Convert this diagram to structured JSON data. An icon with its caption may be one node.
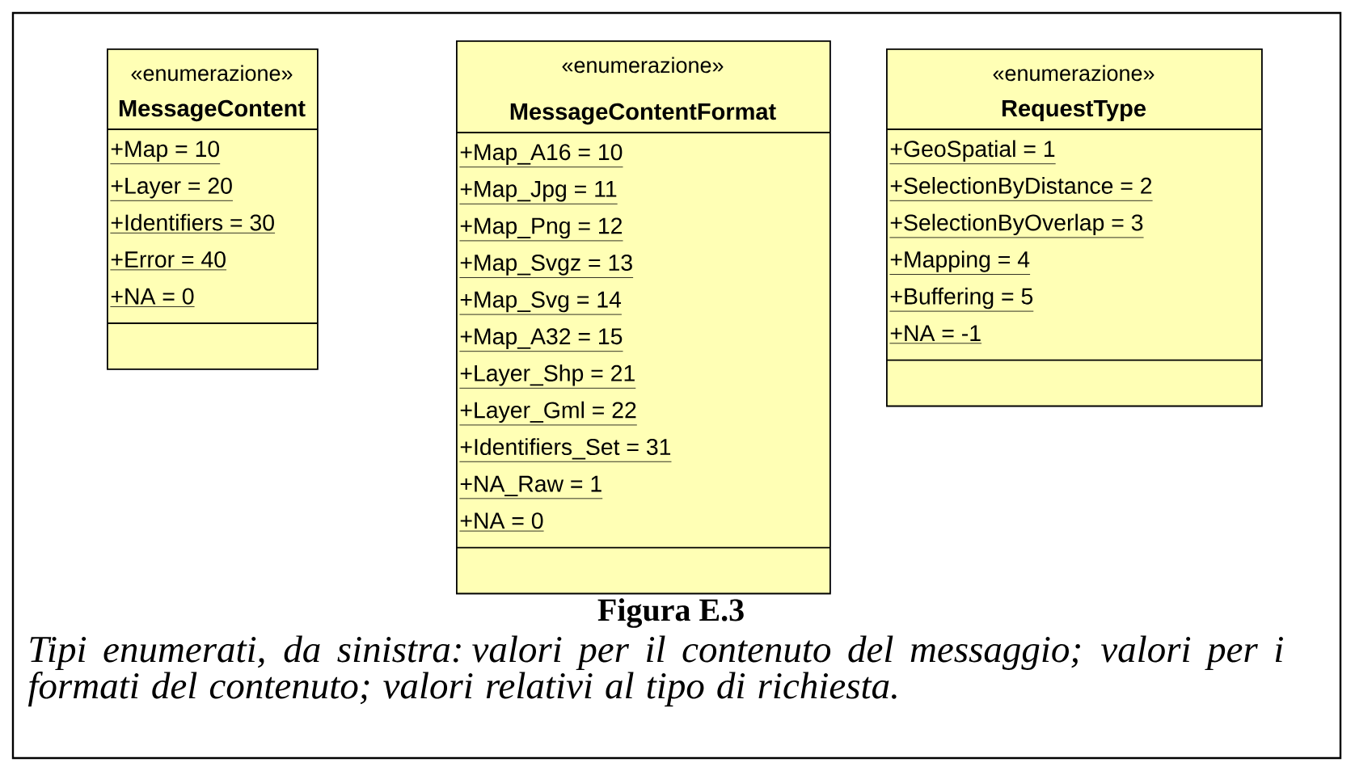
{
  "diagram": {
    "title": "Figura E.3",
    "caption": "Tipi enumerati, da sinistra: valori per il contenuto del messaggio; valori per i formati del contenuto; valori relativi al tipo di richiesta.",
    "nodes": [
      {
        "text": [
          "«enumerazione»",
          "MessageContent",
          "+Map = 10",
          "+Layer = 20",
          "+Identifiers = 30",
          "+Error = 40",
          "+NA = 0"
        ]
      },
      {
        "text": [
          "«enumerazione»",
          "MessageContentFormat",
          "+Map_A16 = 10",
          "+Map_Jpg = 11",
          "+Map_Png = 12",
          "+Map_Svgz = 13",
          "+Map_Svg = 14",
          "+Map_A32 = 15",
          "+Layer_Shp = 21",
          "+Layer_Gml = 22",
          "+Identifiers_Set = 31",
          "+NA_Raw = 1",
          "+NA = 0"
        ]
      },
      {
        "text": [
          "«enumerazione»",
          "RequestType",
          "+GeoSpatial = 1",
          "+SelectionByDistance = 2",
          "+SelectionByOverlap = 3",
          "+Mapping = 4",
          "+Buffering = 5",
          "+NA = -1"
        ]
      }
    ]
  }
}
